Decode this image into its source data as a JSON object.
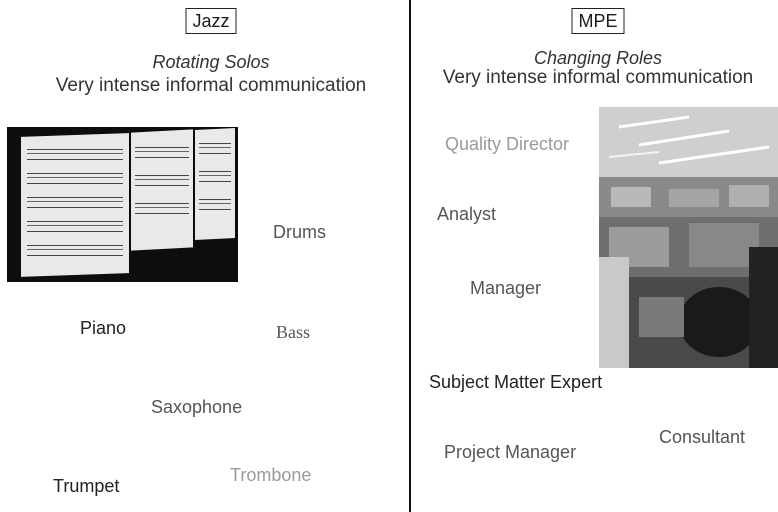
{
  "left": {
    "heading": "Jazz",
    "subtitle": "Rotating Solos",
    "caption": "Very intense informal communication",
    "roles": {
      "drums": "Drums",
      "piano": "Piano",
      "bass": "Bass",
      "saxophone": "Saxophone",
      "trumpet": "Trumpet",
      "trombone": "Trombone"
    }
  },
  "right": {
    "heading": "MPE",
    "subtitle": "Changing Roles",
    "caption": "Very intense informal communication",
    "roles": {
      "quality_director": "Quality Director",
      "analyst": "Analyst",
      "manager": "Manager",
      "sme": "Subject Matter Expert",
      "project_manager": "Project Manager",
      "consultant": "Consultant"
    }
  }
}
